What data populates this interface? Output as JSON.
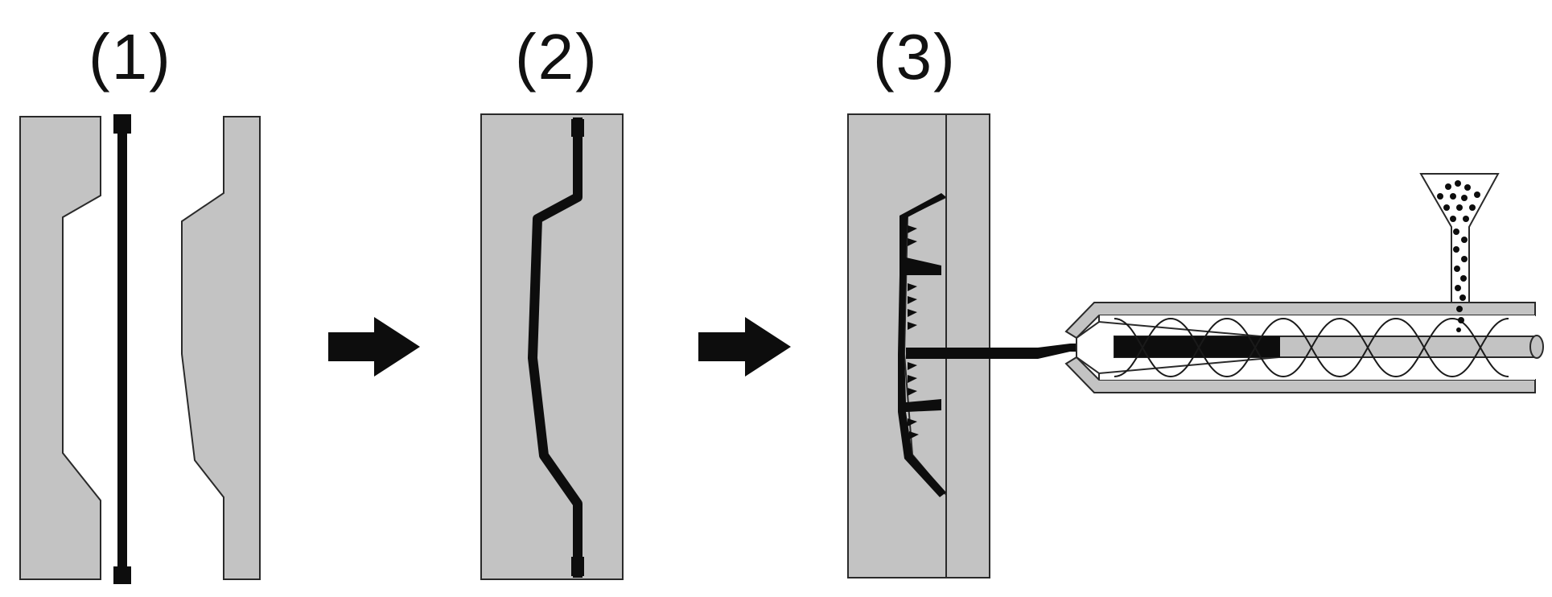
{
  "stages": [
    {
      "label": "(1)"
    },
    {
      "label": "(2)"
    },
    {
      "label": "(3)"
    }
  ],
  "colors": {
    "mold": "#c3c3c3",
    "outline": "#2a2a2a",
    "insert": "#0d0d0d",
    "background": "#ffffff"
  },
  "icons": [
    "right-arrow-icon",
    "right-arrow-icon",
    "hopper-icon",
    "screw-icon"
  ]
}
